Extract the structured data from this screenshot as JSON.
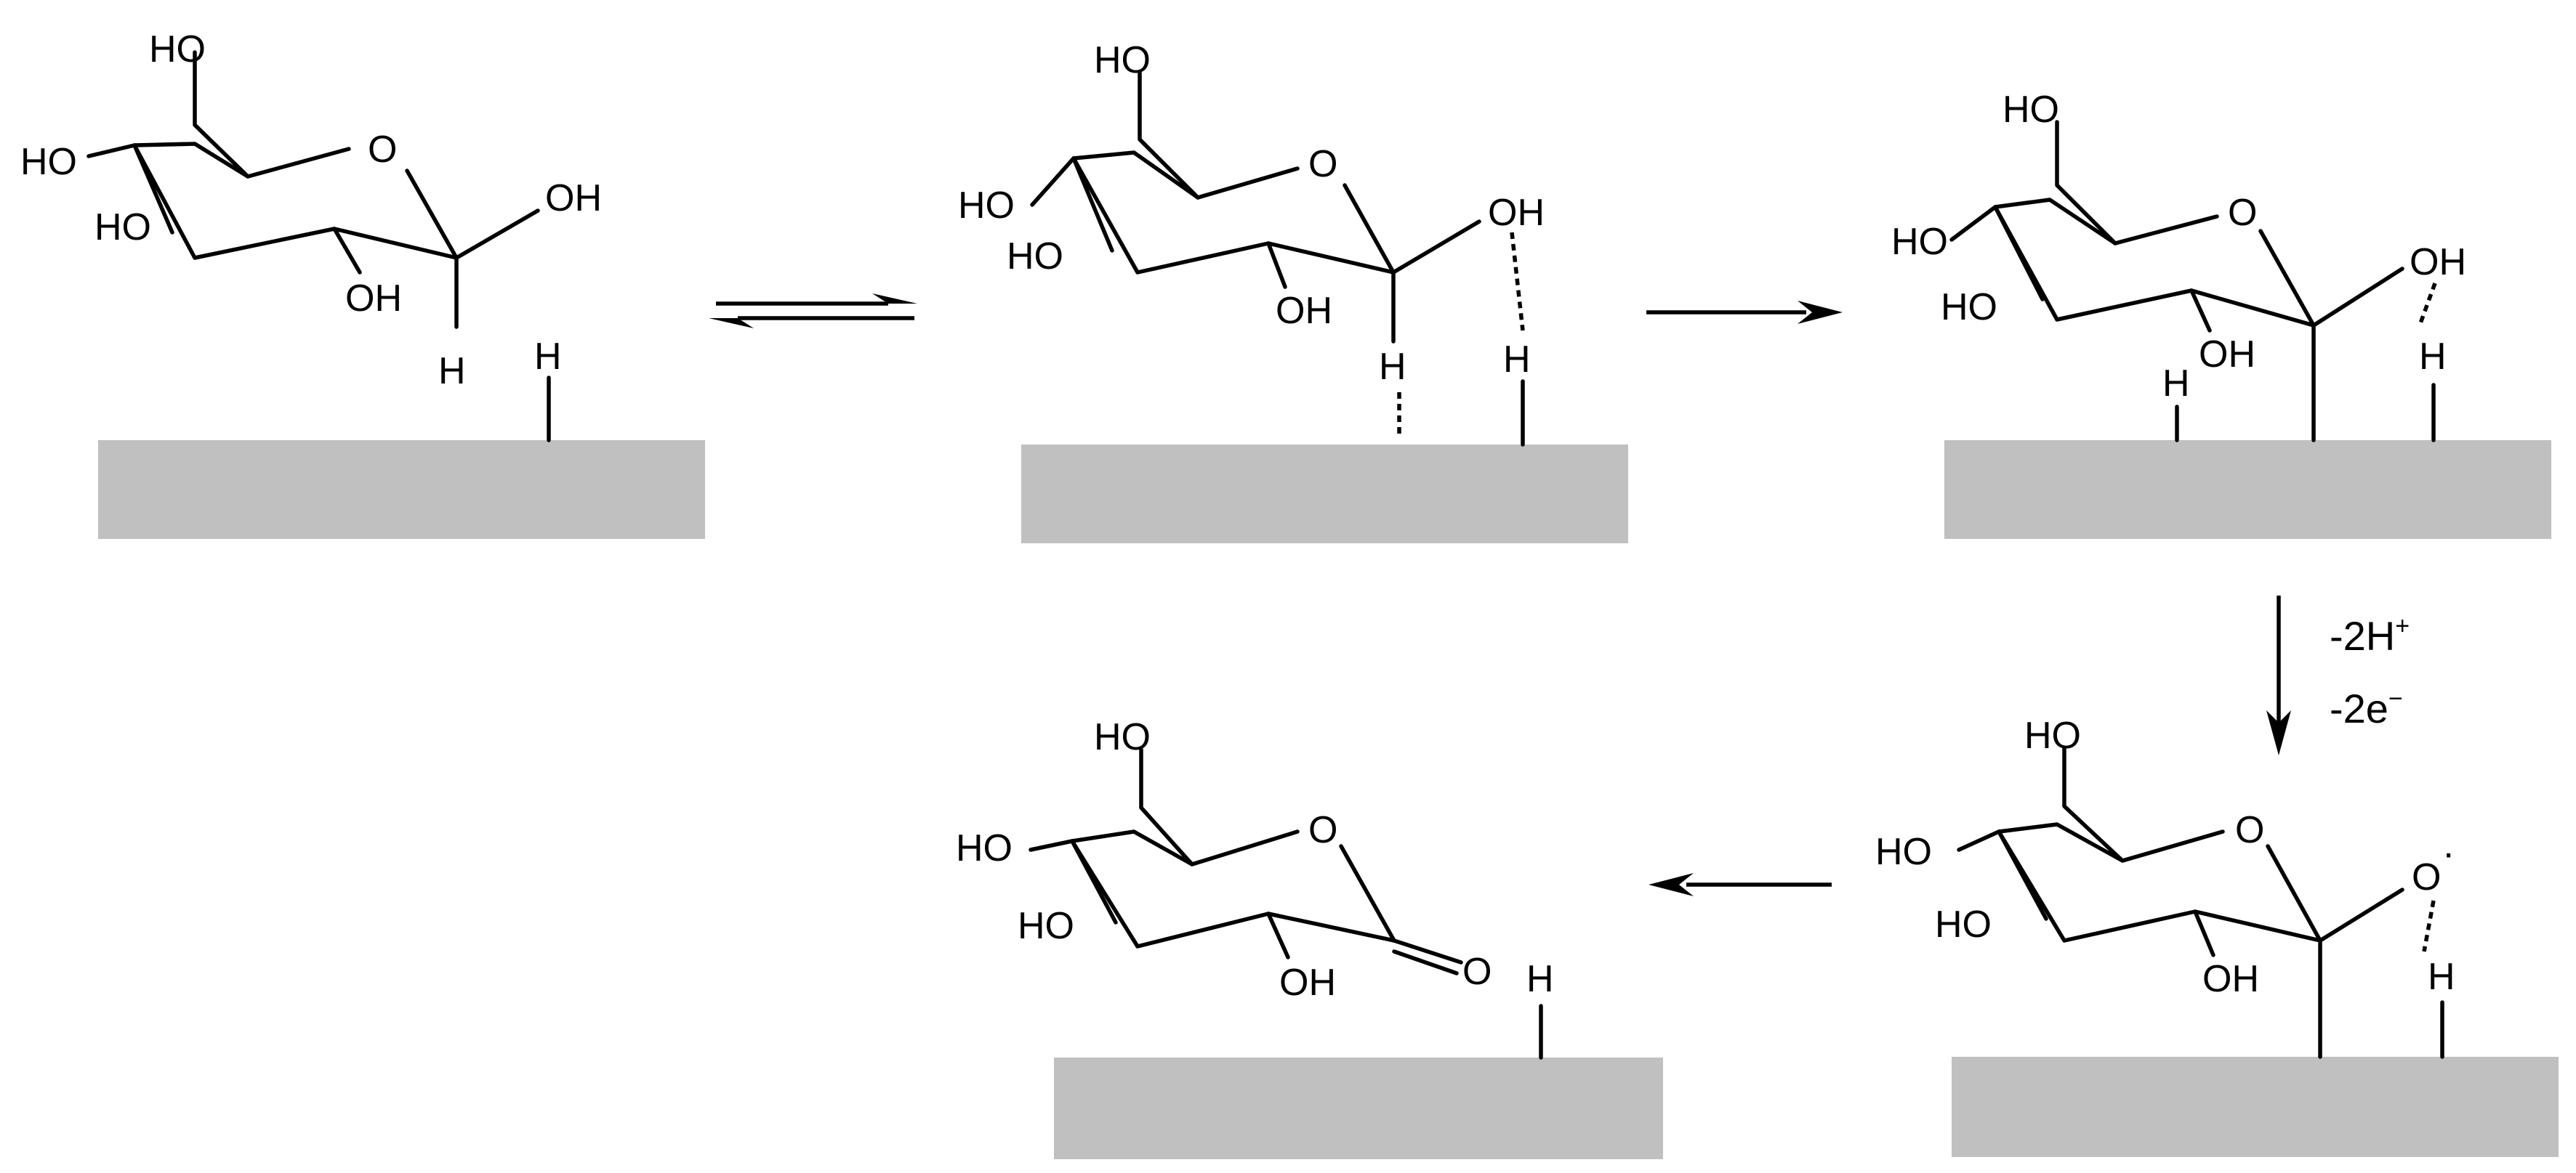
{
  "labels": {
    "hydroxyl": "HO",
    "hydroxyl_right": "OH",
    "ring_oxygen": "O",
    "hydrogen": "H",
    "carbonyl_oxygen": "O",
    "radical_oxygen": "O",
    "radical_dot": "·"
  },
  "conditions": {
    "proton_loss": "-2H",
    "proton_sup": "+",
    "electron_loss": "-2e",
    "electron_sup": "−"
  }
}
